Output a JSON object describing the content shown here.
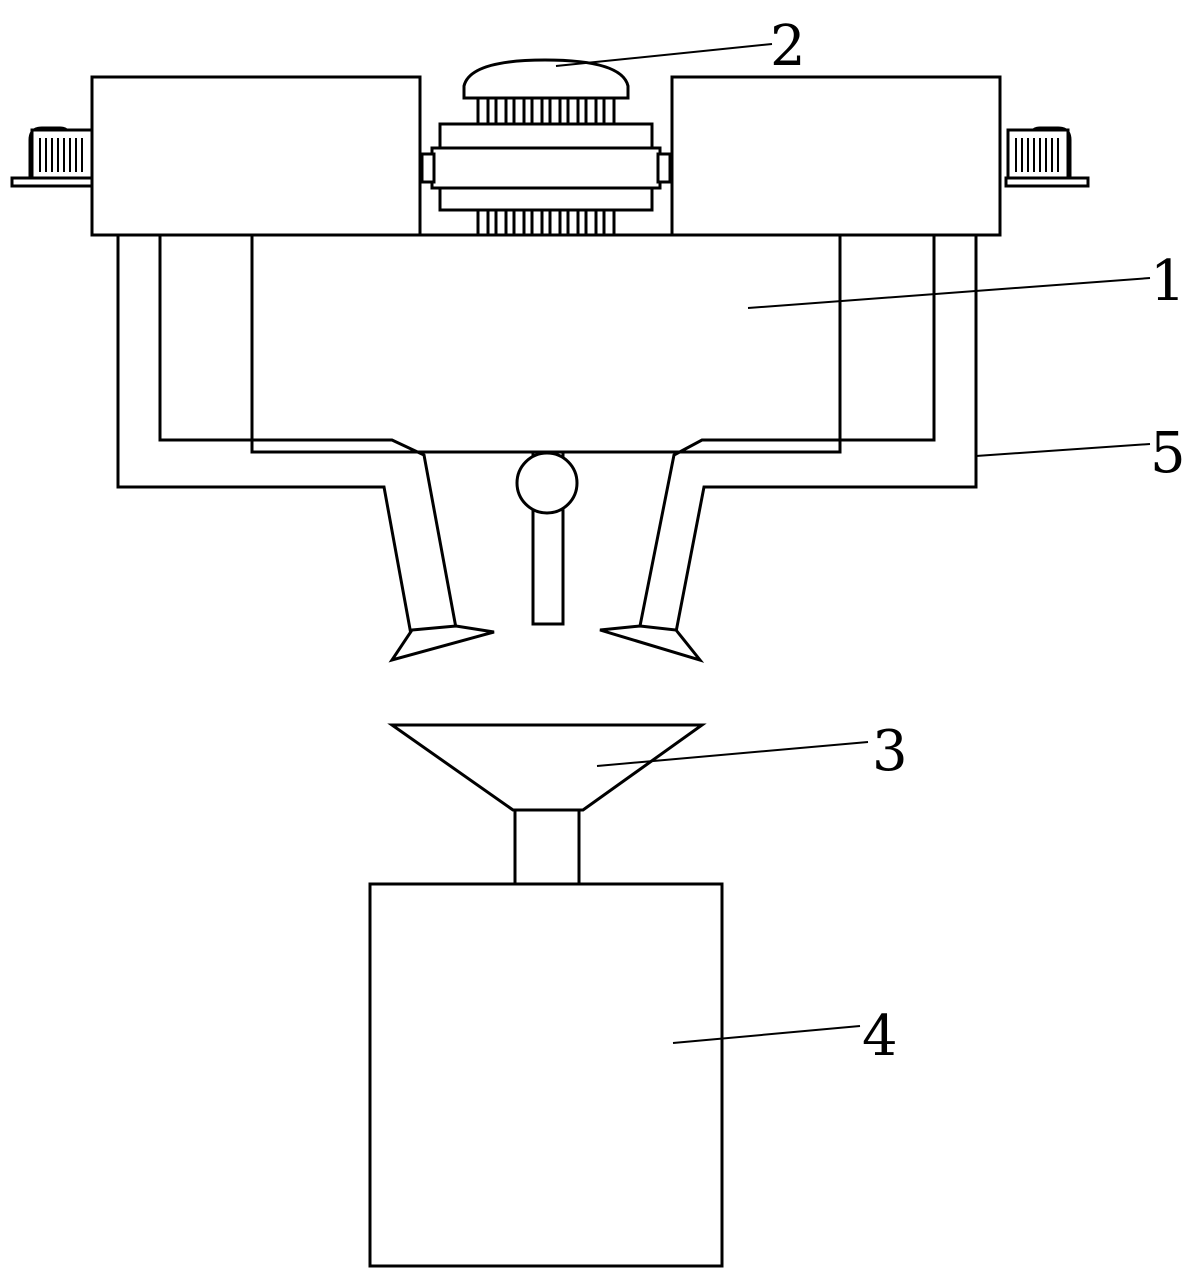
{
  "diagram": {
    "labels": {
      "housing": "1",
      "motor": "2",
      "funnel": "3",
      "container": "4",
      "pipe": "5"
    },
    "colors": {
      "stroke": "#000000",
      "background": "#ffffff"
    }
  }
}
